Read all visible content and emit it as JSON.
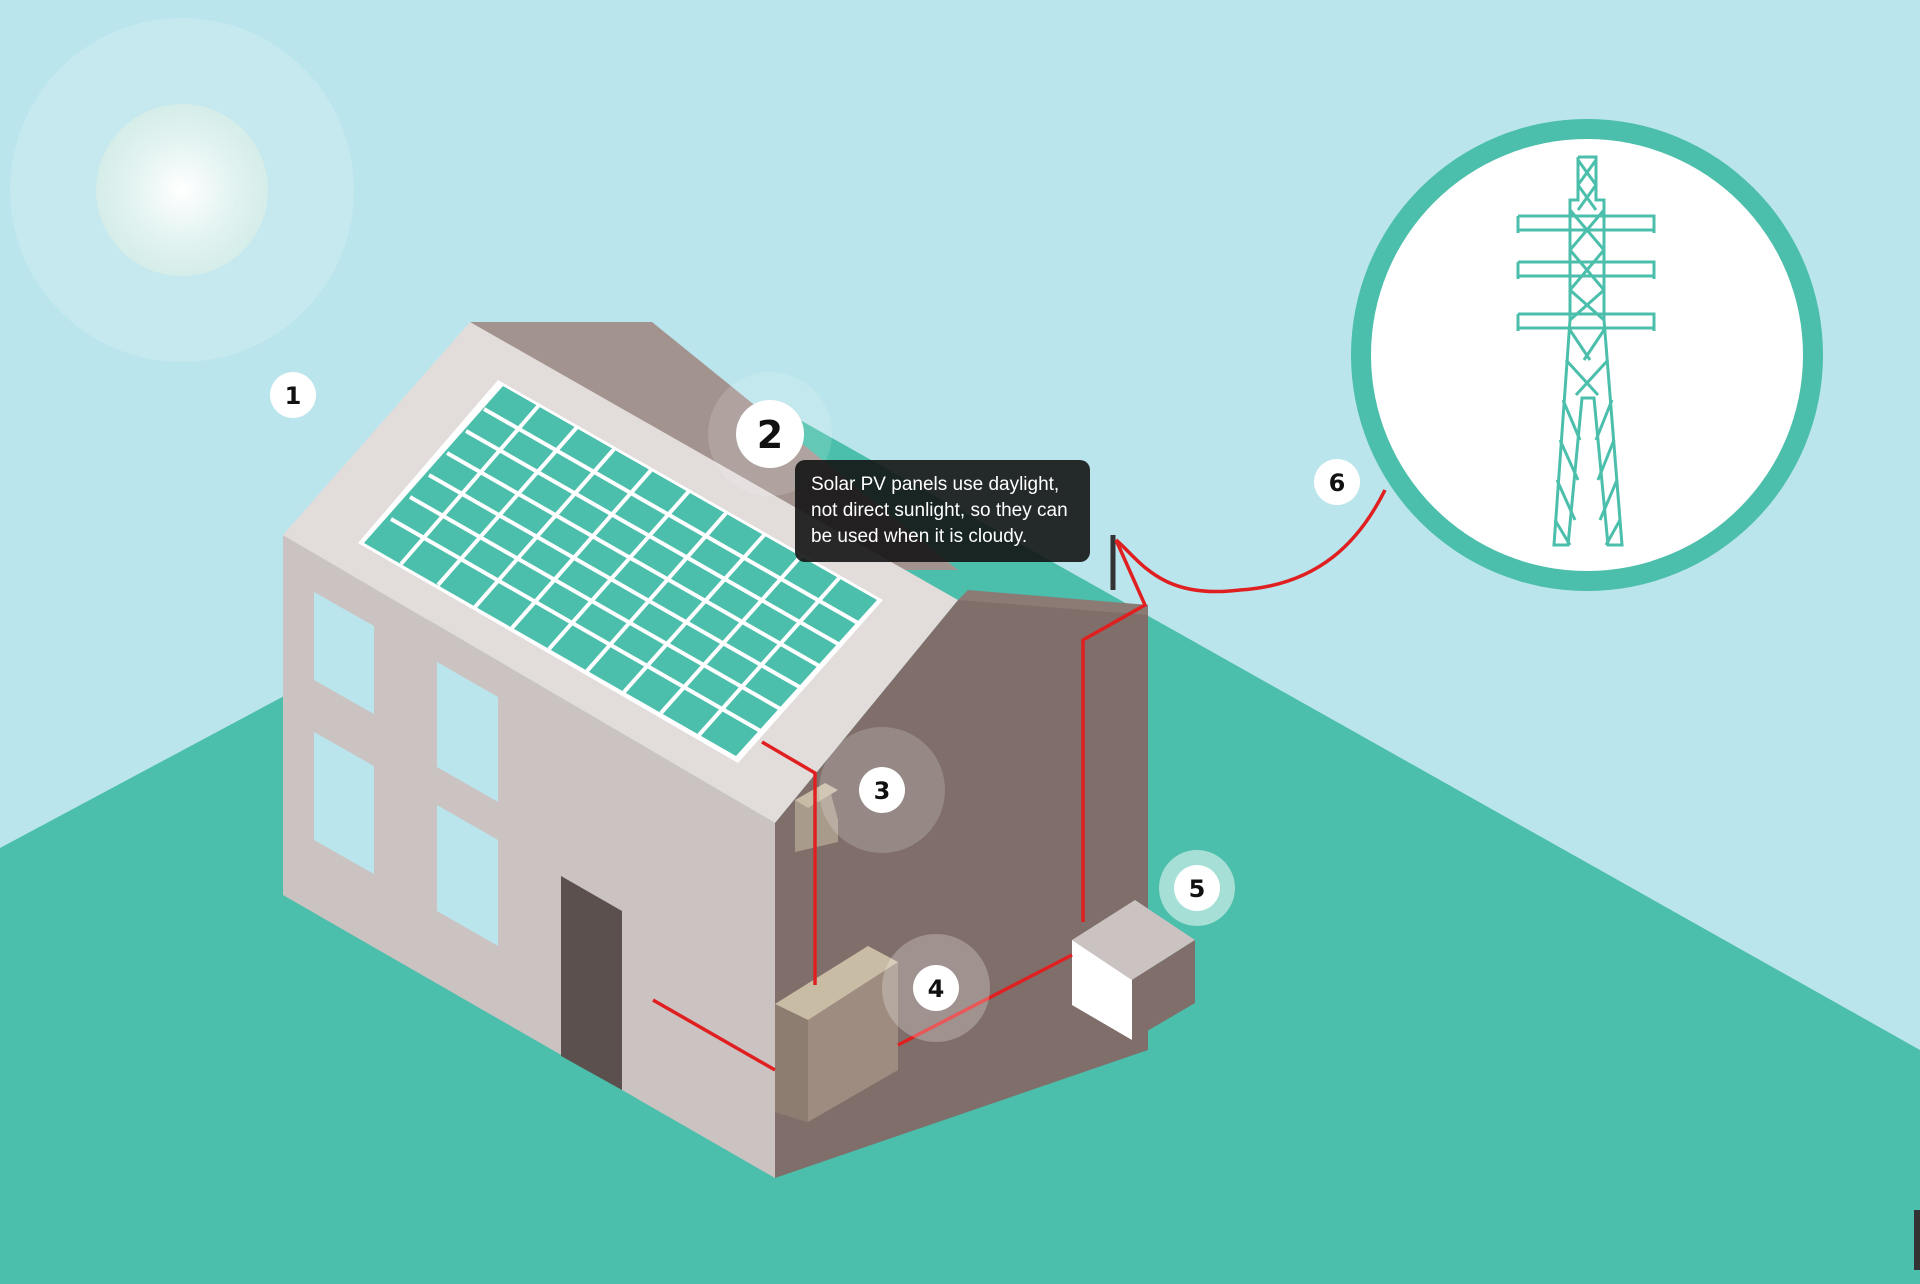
{
  "colors": {
    "sky": "#bae5ec",
    "ground": "#4bbfab",
    "panel": "#4bbfab",
    "wire": "#e02020",
    "pylon": "#4bbfab",
    "tooltip_bg": "#1a1a1a"
  },
  "icons": [
    "sun-icon",
    "pylon-icon",
    "solar-panel-icon",
    "inverter-icon",
    "meter-icon",
    "battery-icon"
  ],
  "hotspots": [
    {
      "number": "1"
    },
    {
      "number": "2"
    },
    {
      "number": "3"
    },
    {
      "number": "4"
    },
    {
      "number": "5"
    },
    {
      "number": "6"
    }
  ],
  "tooltip": {
    "text": "Solar PV panels use daylight, not direct sunlight, so they can be used when it is cloudy."
  }
}
